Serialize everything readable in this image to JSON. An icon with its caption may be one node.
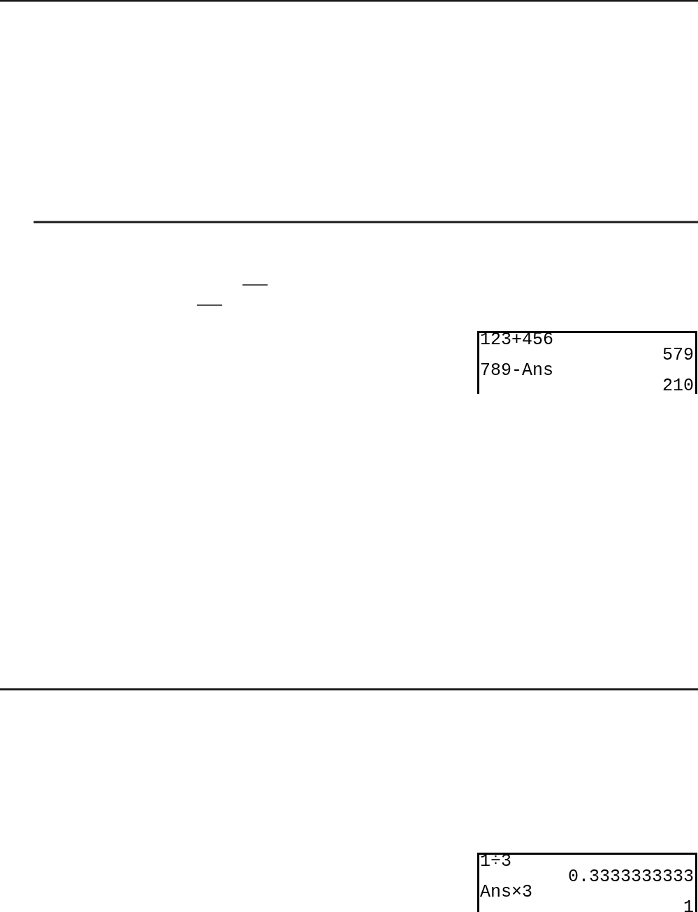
{
  "diagram": {
    "nodes": [
      {
        "text": [
          "123+456",
          "579",
          "789-Ans",
          "210"
        ]
      },
      {
        "text": [
          "1÷3",
          "0.3333333333",
          "Ans×3",
          "1"
        ]
      }
    ]
  }
}
